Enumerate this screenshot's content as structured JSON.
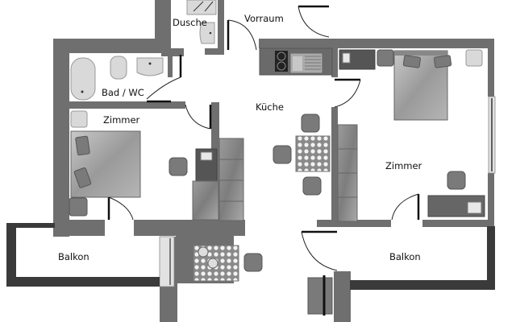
{
  "plan": {
    "rooms": {
      "dusche": "Dusche",
      "vorraum": "Vorraum",
      "bad_wc": "Bad / WC",
      "kueche": "Küche",
      "zimmer_left": "Zimmer",
      "zimmer_right": "Zimmer",
      "balkon_left": "Balkon",
      "balkon_right": "Balkon"
    },
    "colors": {
      "wall": "#6f6f6f",
      "balcony_rail": "#3a3a3a",
      "furniture": "#7a7a7a",
      "fixture": "#d9d9d9",
      "background": "#ffffff"
    }
  }
}
